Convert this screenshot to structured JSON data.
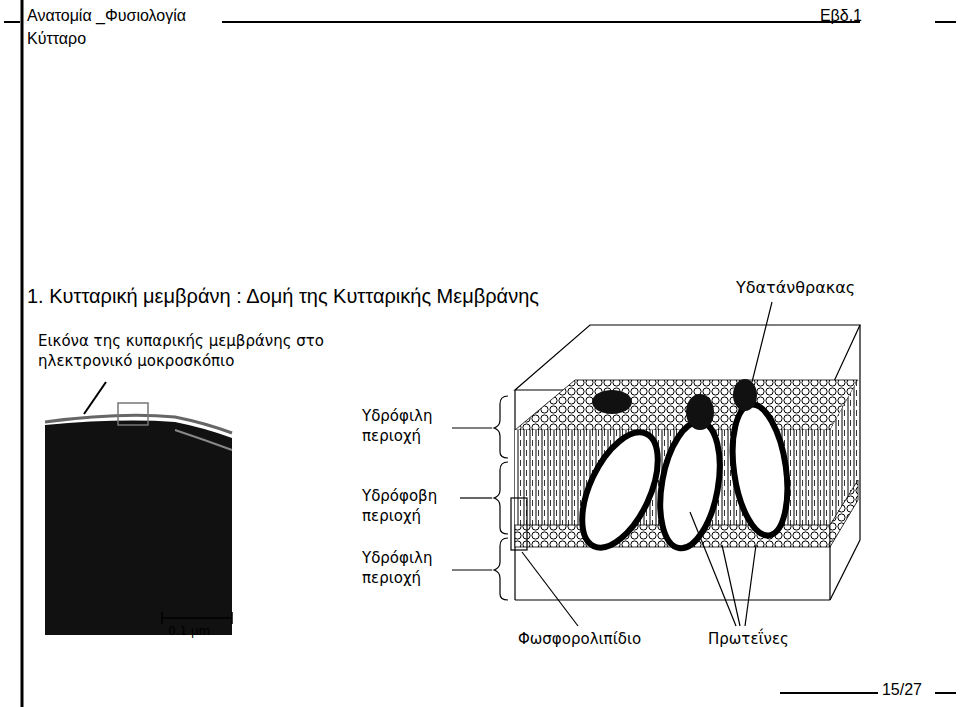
{
  "diagram": {
    "title": "1. Κυτταρική μεμβράνη : Δομή της Κυτταρικής Μεμβράνης",
    "labels": [
      "Ανατομία _Φυσιολογία",
      "Κύτταρο",
      "Εβδ.1",
      "Εικόνα της κυπαρικής μεμβράνης στο ηλεκτρονικό μοκροσκόπιο",
      "0.1 μm",
      "Υδατάνθρακας",
      "Υδρόφιλη περιοχή",
      "Υδρόφοβη περιοχή",
      "Υδρόφιλη περιοχή",
      "Φωσφορολιπίδιο",
      "Πρωτεΐνες",
      "15/27"
    ]
  }
}
